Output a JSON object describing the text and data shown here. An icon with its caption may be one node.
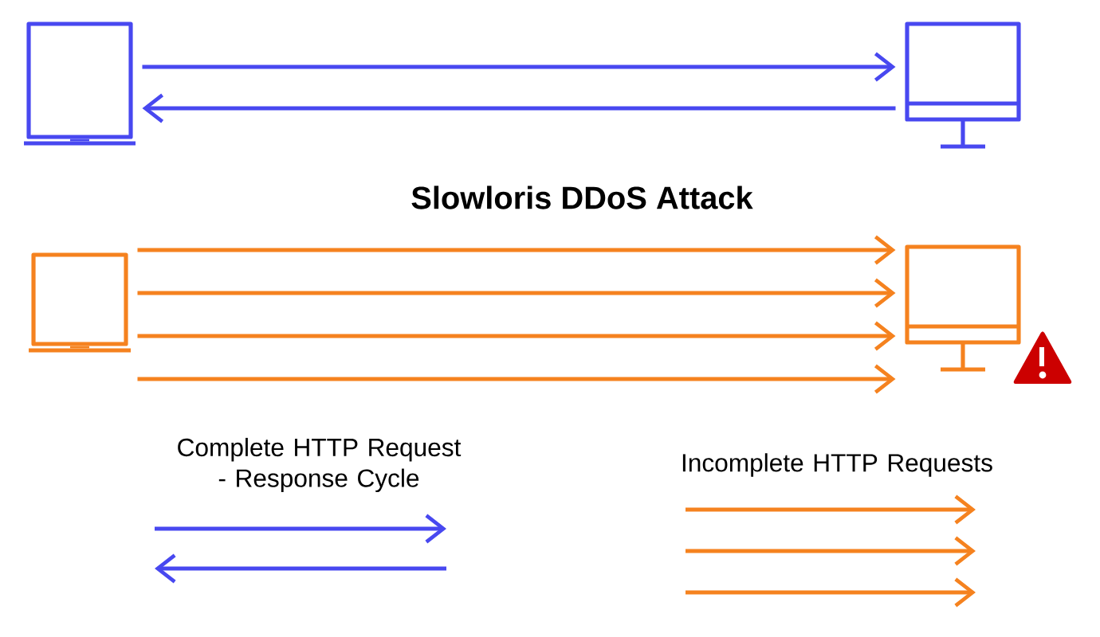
{
  "diagram": {
    "title": "Slowloris DDoS Attack",
    "nodes": [
      {
        "text": [],
        "shape": "laptop"
      },
      {
        "text": [],
        "shape": "monitor"
      },
      {
        "text": [],
        "shape": "laptop"
      },
      {
        "text": [],
        "shape": "monitor"
      }
    ],
    "edges": [
      {
        "from": 0,
        "to": 1,
        "arrow": "to",
        "color": "#4848f0"
      },
      {
        "from": 1,
        "to": 0,
        "arrow": "to",
        "color": "#4848f0"
      },
      {
        "from": 2,
        "to": 3,
        "arrow": "to"
      },
      {
        "from": 2,
        "to": 3,
        "arrow": "to"
      },
      {
        "from": 2,
        "to": 3,
        "arrow": "to"
      },
      {
        "from": 2,
        "to": 3,
        "arrow": "to"
      }
    ],
    "legend": [
      {
        "text": "Complete HTTP Request - Response Cycle"
      },
      {
        "text": "Incomplete HTTP Requests"
      }
    ]
  }
}
